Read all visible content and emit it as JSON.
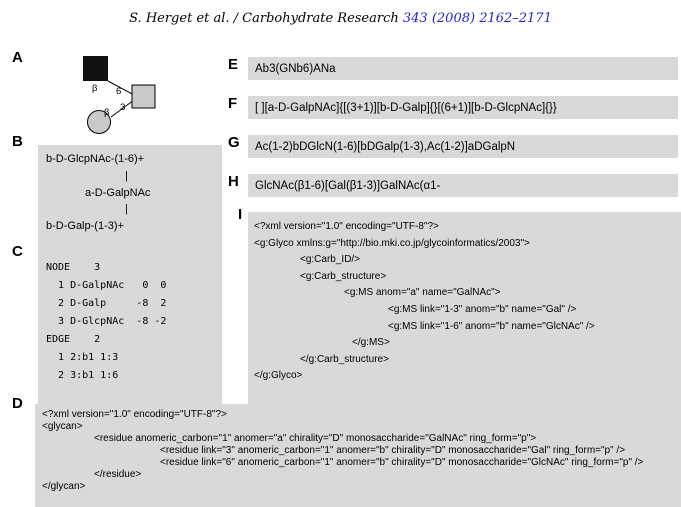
{
  "header": {
    "authors_journal": "S. Herget et al. / Carbohydrate Research ",
    "citation": "343 (2008) 2162–2171"
  },
  "colors": {
    "box_bg": "#d9d9d9",
    "citation_blue": "#2424cc",
    "symbol_gray": "#c9c9c9",
    "symbol_black": "#111111"
  },
  "panels": {
    "A": {
      "label": "A",
      "diagram": {
        "anomer_top": "β",
        "position_top": "6",
        "position_bottom": "3",
        "anomer_bottom": "β"
      }
    },
    "B": {
      "label": "B",
      "lines": [
        "b-D-GlcpNAc-(1-6)+",
        "|",
        "a-D-GalpNAc",
        "|",
        "b-D-Galp-(1-3)+"
      ]
    },
    "C": {
      "label": "C",
      "lines": [
        "NODE    3",
        "  1 D-GalpNAc   0  0",
        "  2 D-Galp     -8  2",
        "  3 D-GlcpNAc  -8 -2",
        "EDGE    2",
        "  1 2:b1 1:3",
        "  2 3:b1 1:6"
      ]
    },
    "D": {
      "label": "D",
      "lines": [
        "<?xml version=\"1.0\" encoding=\"UTF-8\"?>",
        "<glycan>",
        "<residue anomeric_carbon=\"1\" anomer=\"a\" chirality=\"D\" monosaccharide=\"GalNAc\" ring_form=\"p\">",
        "<residue link=\"3\" anomeric_carbon=\"1\" anomer=\"b\" chirality=\"D\" monosaccharide=\"Gal\" ring_form=\"p\" />",
        "<residue link=\"6\" anomeric_carbon=\"1\" anomer=\"b\" chirality=\"D\" monosaccharide=\"GlcNAc\" ring_form=\"p\" />",
        "</residue>",
        "</glycan>"
      ]
    },
    "E": {
      "label": "E",
      "text": "Ab3(GNb6)ANa"
    },
    "F": {
      "label": "F",
      "text": "[ ][a-D-GalpNAc]{[(3+1)][b-D-Galp]{}[(6+1)][b-D-GlcpNAc]{}}"
    },
    "G": {
      "label": "G",
      "text": "Ac(1-2)bDGlcN(1-6)[bDGalp(1-3),Ac(1-2)]aDGalpN"
    },
    "H": {
      "label": "H",
      "text": "GlcNAc(β1-6)[Gal(β1-3)]GalNAc(α1-"
    },
    "I": {
      "label": "I",
      "lines": [
        "<?xml version=\"1.0\" encoding=\"UTF-8\"?>",
        "<g:Glyco xmlns:g=\"http://bio.mki.co.jp/glycoinformatics/2003\">",
        "<g:Carb_ID/>",
        "<g:Carb_structure>",
        "<g:MS anom=\"a\" name=\"GalNAc\">",
        "<g:MS link=\"1-3\" anom=\"b\" name=\"Gal\" />",
        "<g:MS link=\"1-6\" anom=\"b\" name=\"GlcNAc\" />",
        "</g:MS>",
        "</g:Carb_structure>",
        "</g:Glyco>"
      ]
    }
  }
}
